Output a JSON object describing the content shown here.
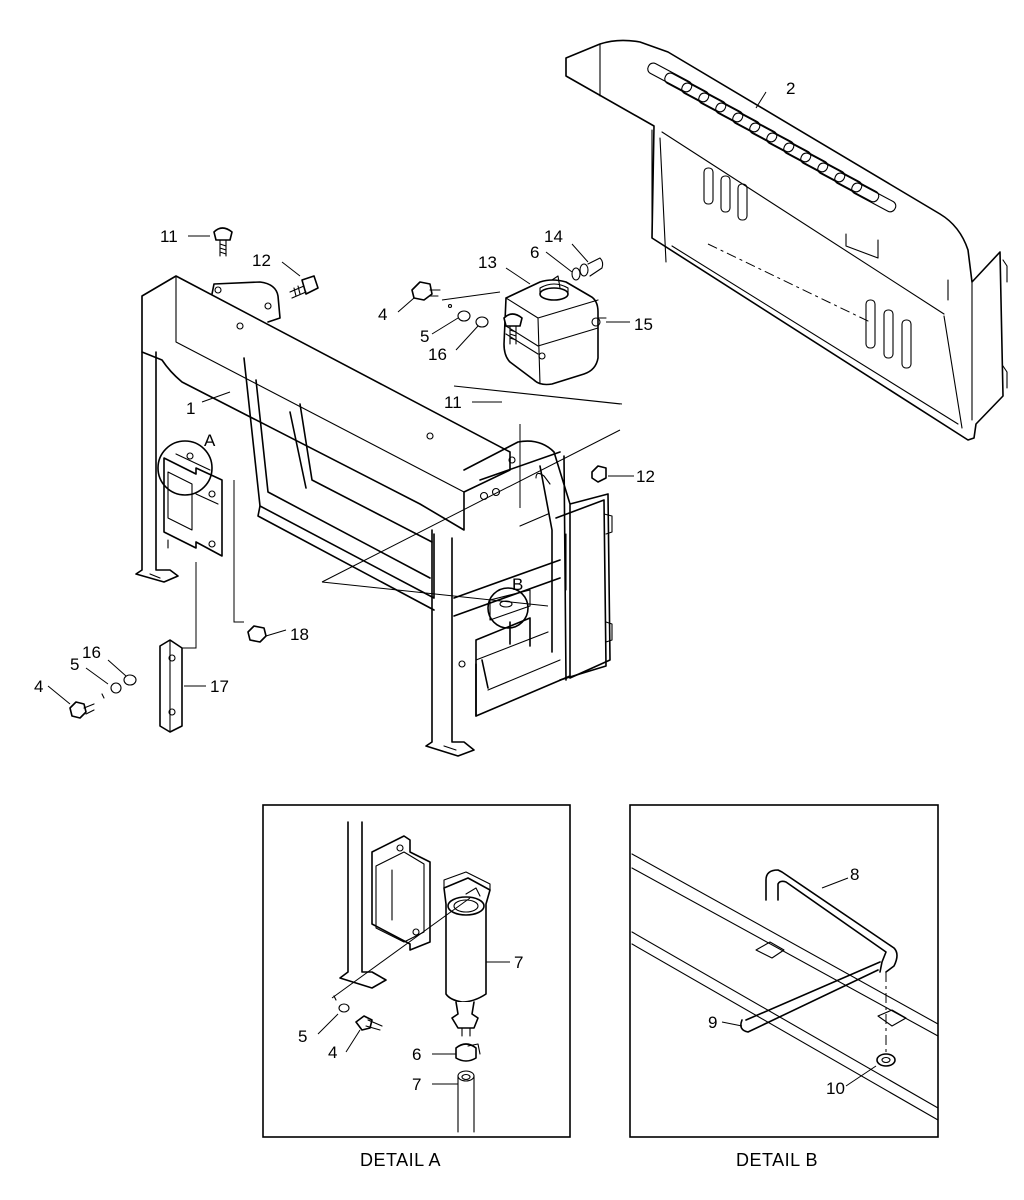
{
  "callouts": {
    "c1": "1",
    "c2": "2",
    "c4a": "4",
    "c4b": "4",
    "c4c": "4",
    "c5a": "5",
    "c5b": "5",
    "c5c": "5",
    "c6a": "6",
    "c6b": "6",
    "c7a": "7",
    "c7b": "7",
    "c8": "8",
    "c9": "9",
    "c10": "10",
    "c11a": "11",
    "c11b": "11",
    "c12a": "12",
    "c12b": "12",
    "c13": "13",
    "c14": "14",
    "c15": "15",
    "c16a": "16",
    "c16b": "16",
    "c17": "17",
    "c18": "18",
    "ringA": "A",
    "ringB": "B"
  },
  "captions": {
    "detail_a": "DETAIL A",
    "detail_b": "DETAIL B"
  }
}
